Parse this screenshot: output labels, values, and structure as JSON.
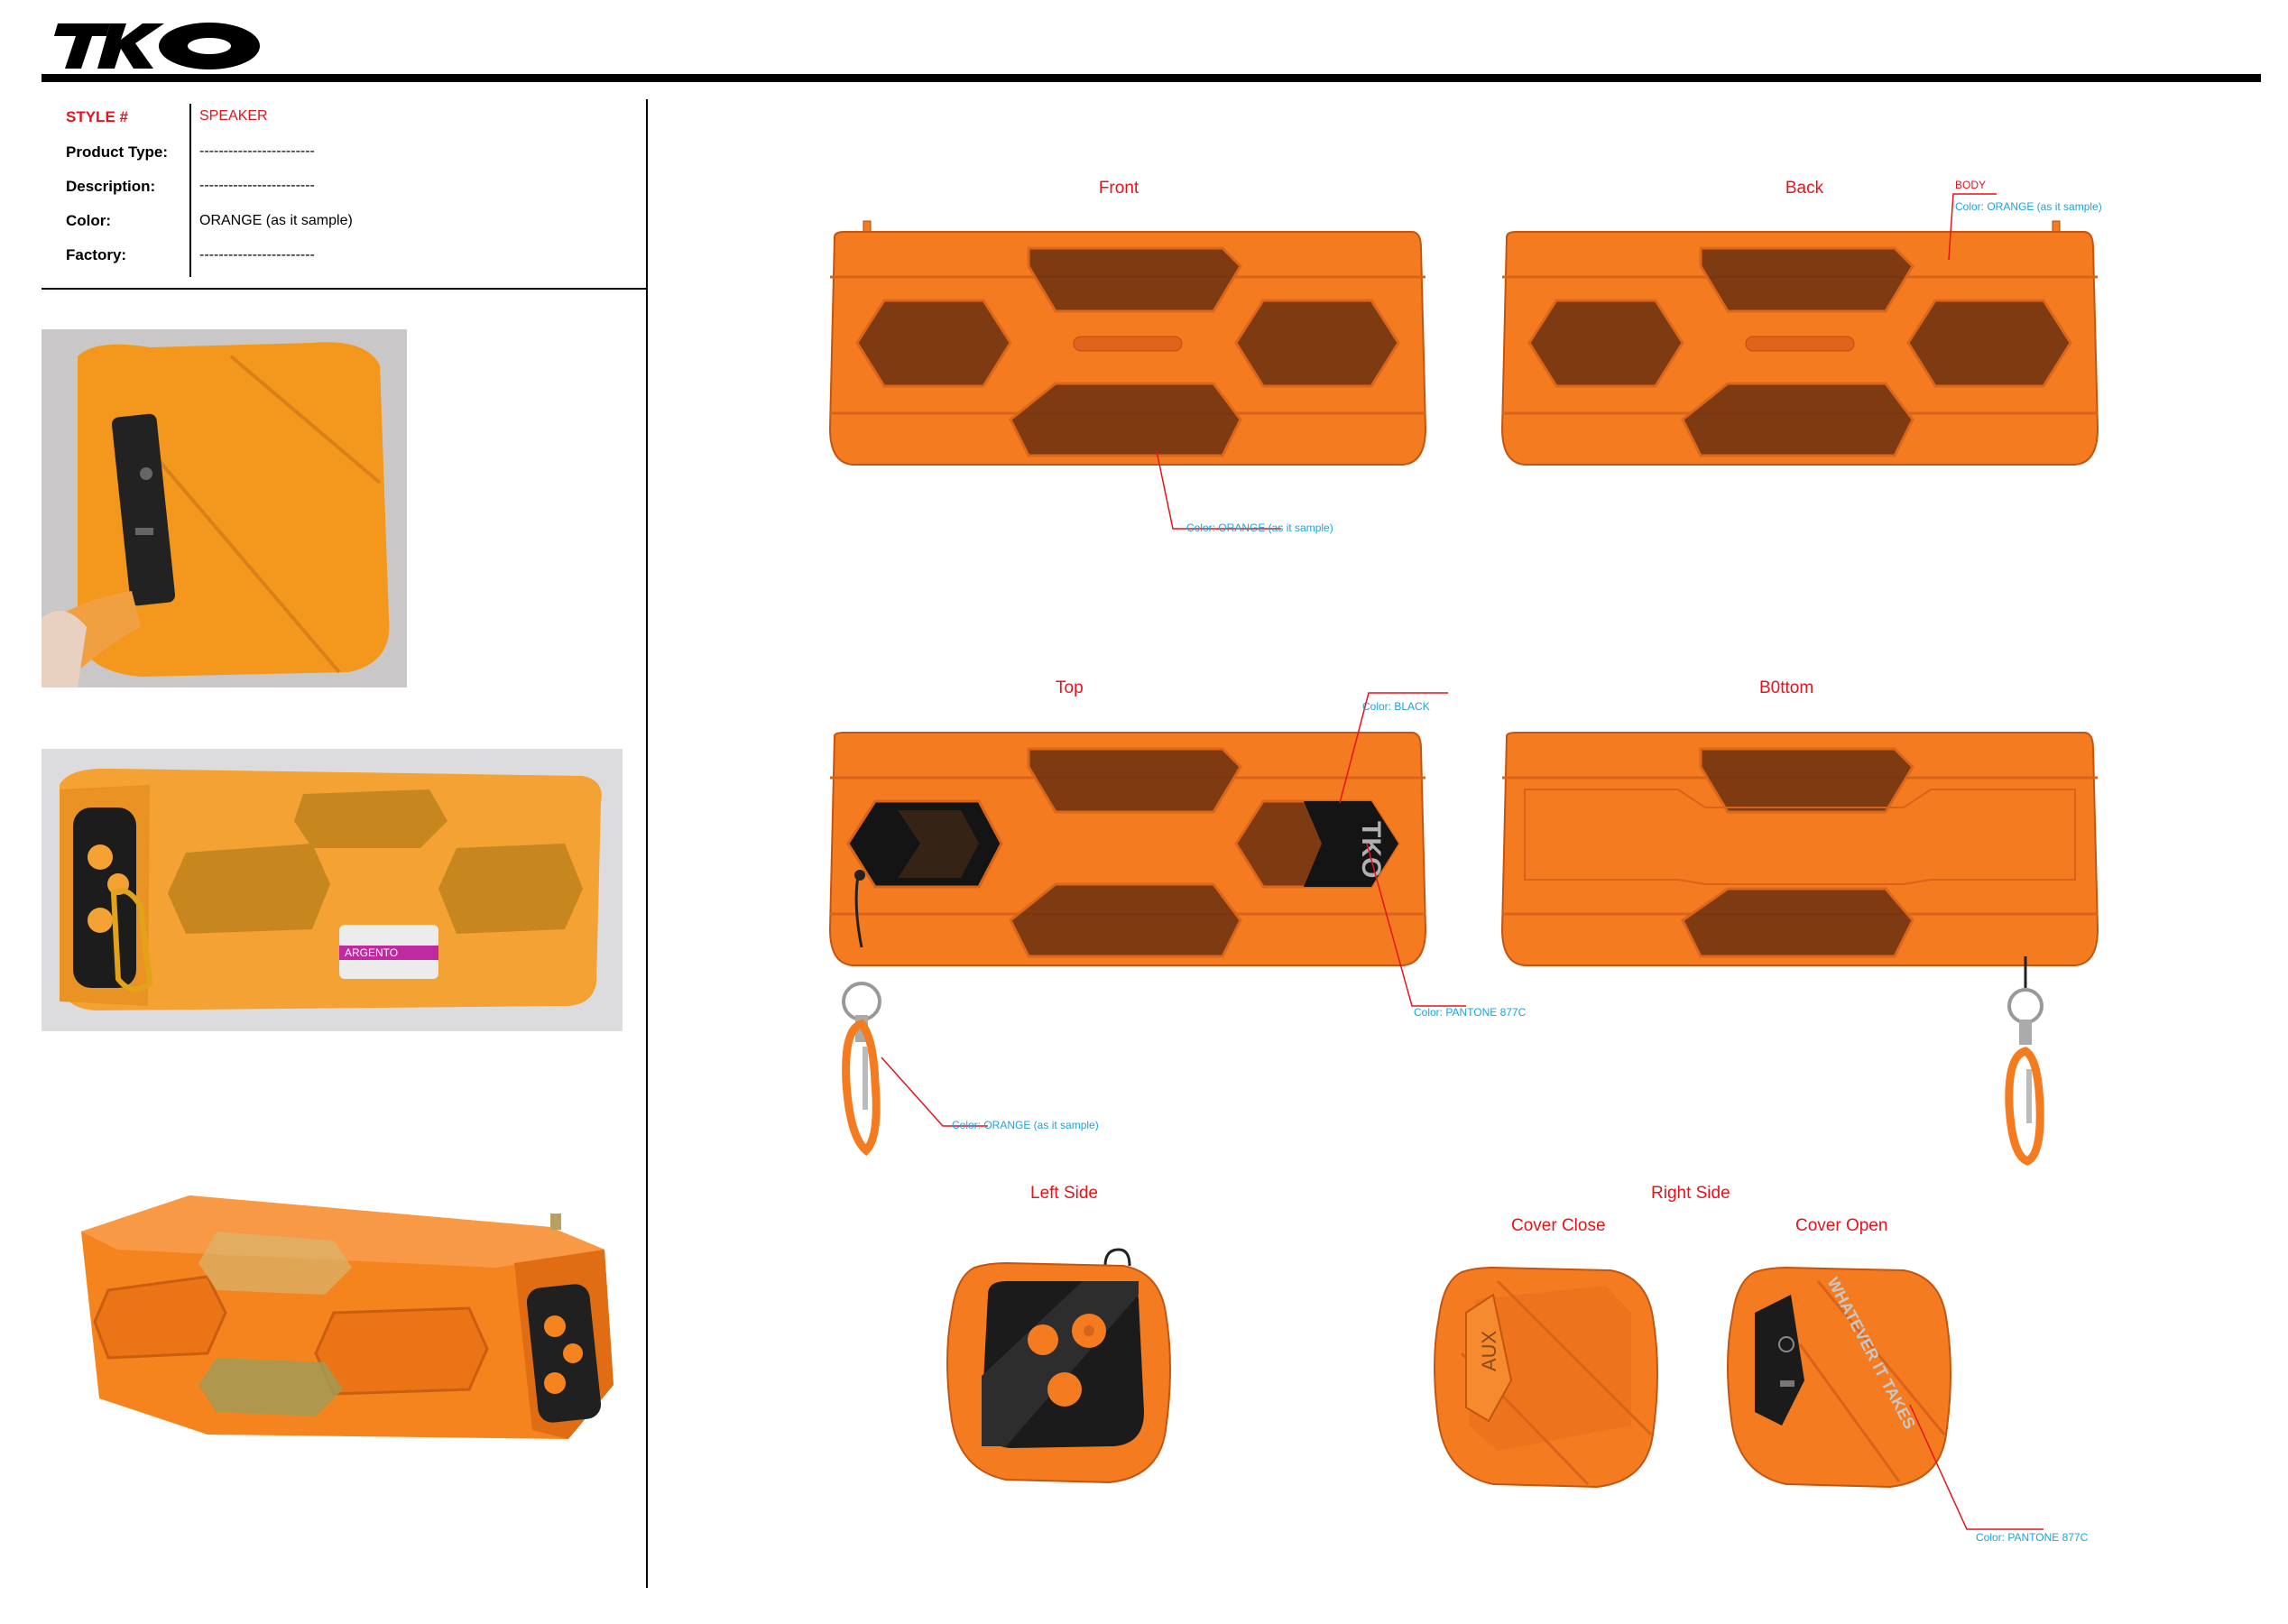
{
  "brand": {
    "logo_text": "TKO"
  },
  "specs": [
    {
      "label": "STYLE #",
      "value": "SPEAKER"
    },
    {
      "label": "Product Type:",
      "value": "------------------------"
    },
    {
      "label": "Description:",
      "value": "------------------------"
    },
    {
      "label": "Color:",
      "value": "ORANGE (as it sample)"
    },
    {
      "label": "Factory:",
      "value": "------------------------"
    }
  ],
  "photos": {
    "label_on_photo": "ARGENTO"
  },
  "views": {
    "front": "Front",
    "back": "Back",
    "top": "Top",
    "bottom": "B0ttom",
    "left_side": "Left Side",
    "right_side": "Right Side",
    "cover_close": "Cover Close",
    "cover_open": "Cover Open"
  },
  "annotations": {
    "front_color": "Color: ORANGE (as it sample)",
    "back_body": "BODY",
    "back_color": "Color: ORANGE (as it sample)",
    "top_black": "Color: BLACK",
    "top_pantone": "Color: PANTONE 877C",
    "top_carabiner": "Color: ORANGE (as it sample)",
    "right_pantone": "Color: PANTONE 877C"
  },
  "device_text": {
    "aux": "AUX",
    "side_print": "WHATEVER IT TAKES",
    "logo_on_device": "TKO"
  },
  "colors": {
    "orange": "#f47b20",
    "orange_dark": "#d8641a",
    "red": "#e3141b",
    "cyan": "#1aa3dd",
    "black": "#000000"
  }
}
